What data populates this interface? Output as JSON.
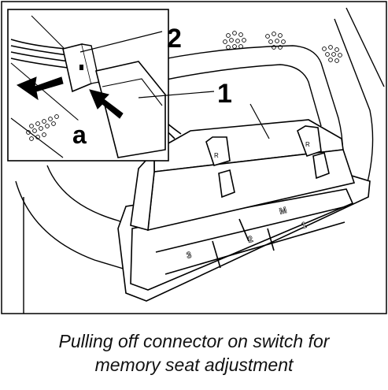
{
  "callouts": {
    "connector": "2",
    "switch": "1",
    "step": "a"
  },
  "switch_buttons": {
    "memory": "M",
    "preset_1": "1",
    "preset_2": "2",
    "preset_3": "3"
  },
  "tab_marks": {
    "left": "R",
    "right": "R"
  },
  "caption": {
    "line1": "Pulling off connector on switch for",
    "line2": "memory seat adjustment"
  }
}
